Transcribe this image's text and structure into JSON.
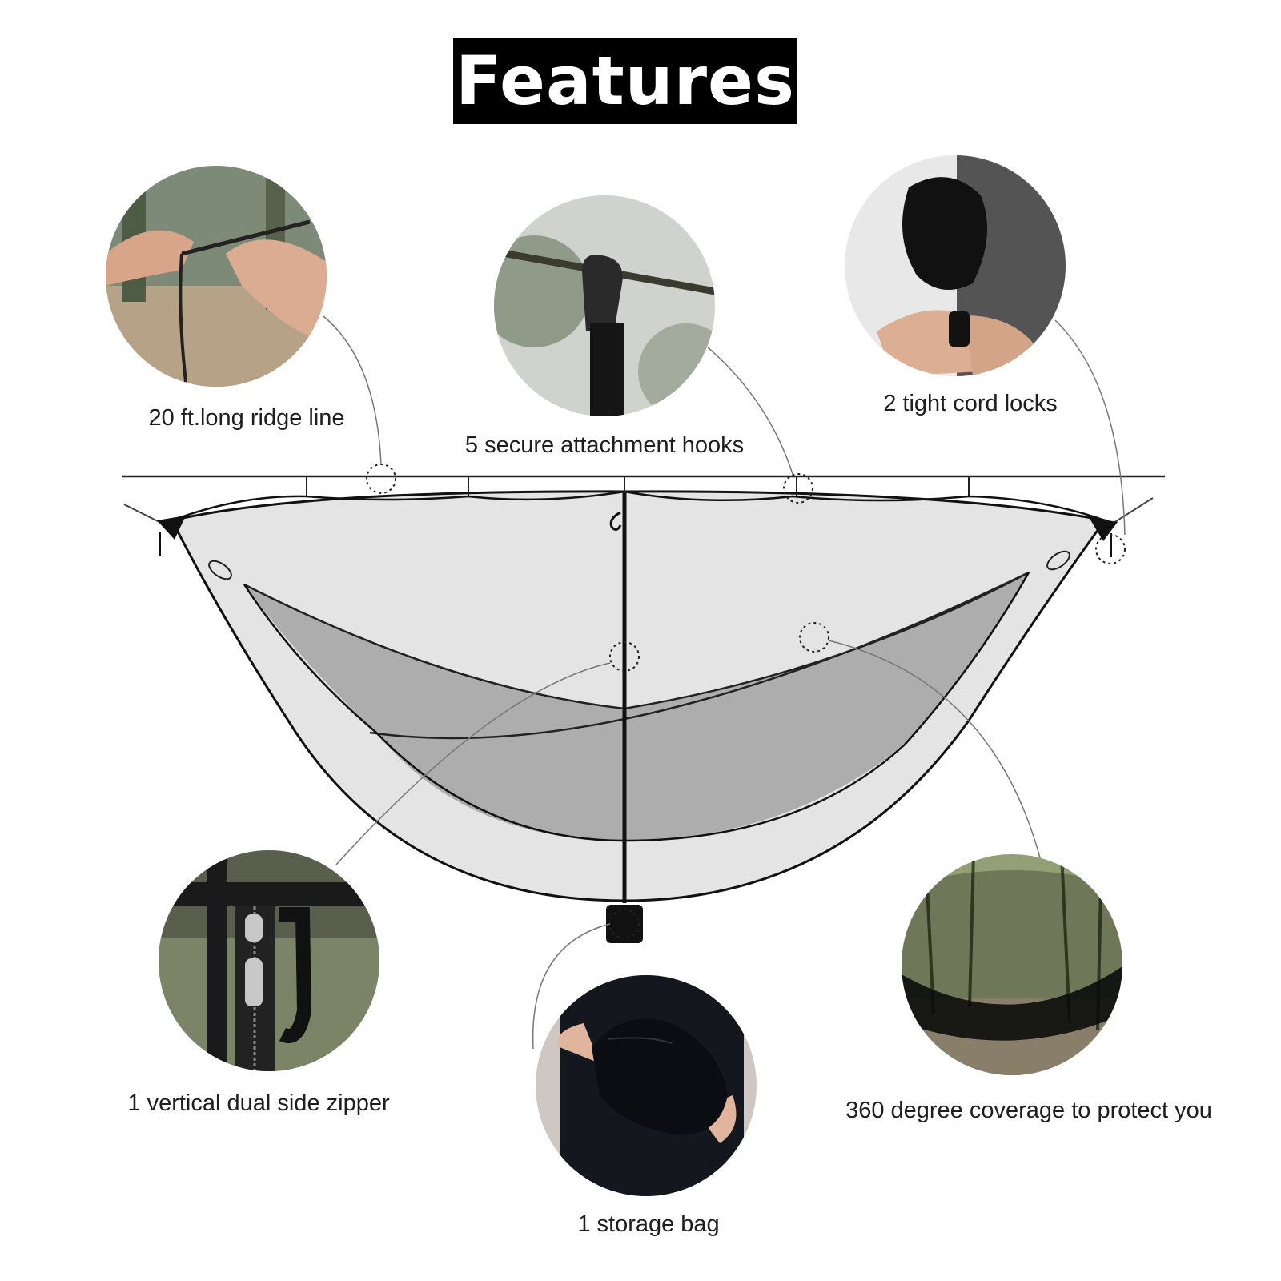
{
  "title": "Features",
  "features": [
    {
      "id": "ridge-line",
      "label": "20 ft.long ridge line"
    },
    {
      "id": "hooks",
      "label": "5 secure attachment hooks"
    },
    {
      "id": "cord-locks",
      "label": "2 tight cord locks"
    },
    {
      "id": "zipper",
      "label": "1 vertical dual side zipper"
    },
    {
      "id": "storage-bag",
      "label": "1 storage bag"
    },
    {
      "id": "coverage",
      "label": "360 degree coverage to protect you"
    }
  ],
  "colors": {
    "title_bg": "#000000",
    "title_text": "#ffffff",
    "net_light": "#e3e3e3",
    "net_dark": "#adadad",
    "outline": "#111111",
    "leader": "#777777"
  }
}
